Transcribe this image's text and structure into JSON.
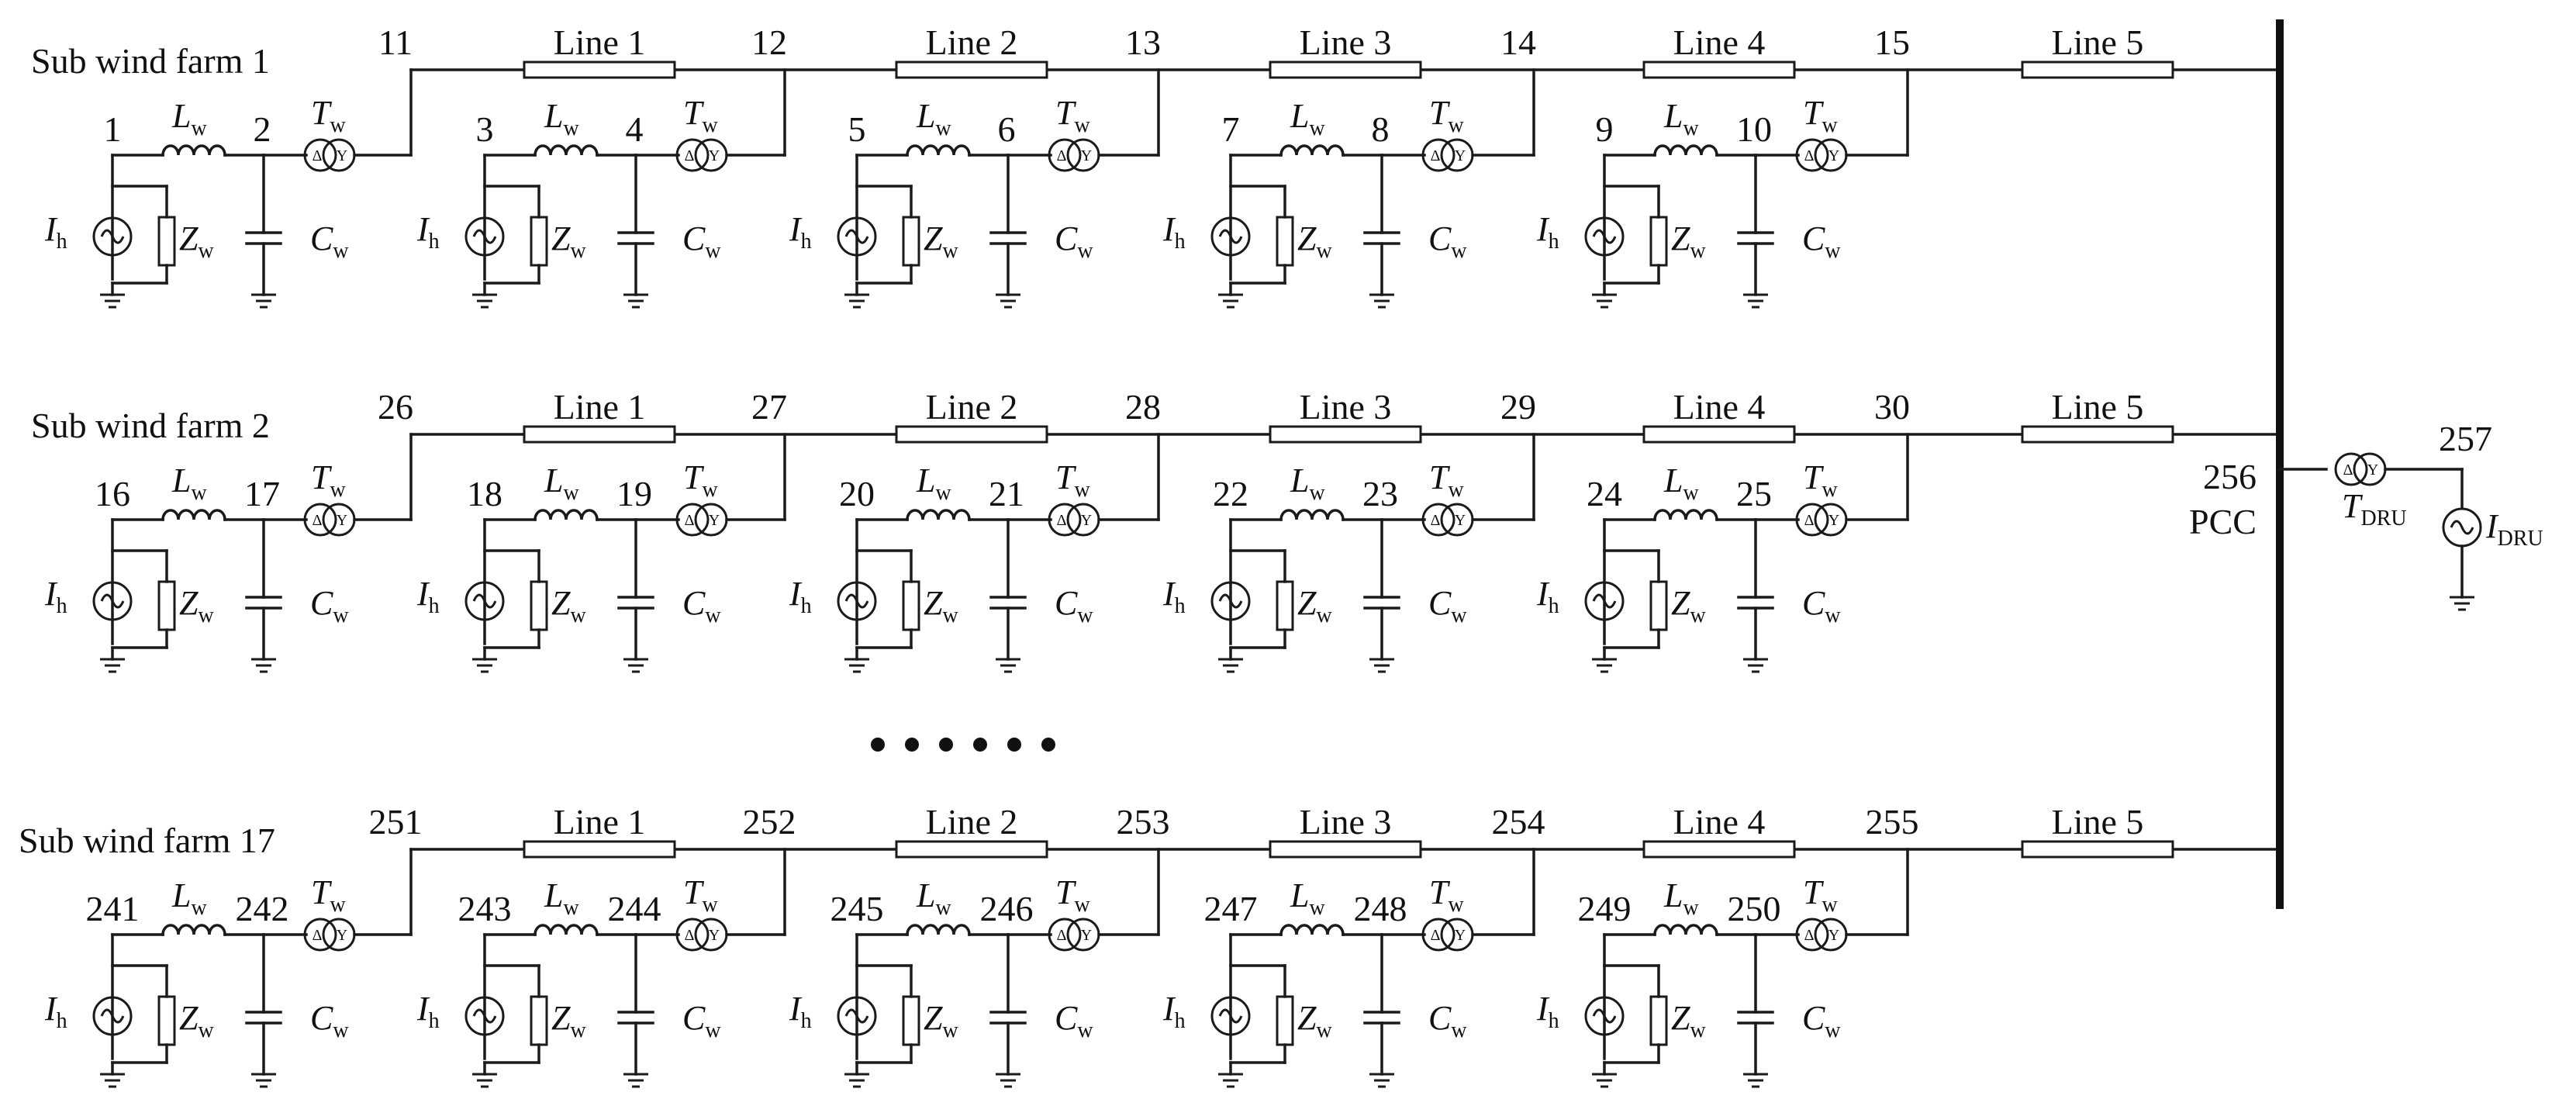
{
  "labels": {
    "line_names": [
      "Line 1",
      "Line 2",
      "Line 3",
      "Line 4",
      "Line 5"
    ],
    "inductor": {
      "base": "L",
      "sub": "w"
    },
    "transformer": {
      "base": "T",
      "sub": "w"
    },
    "impedance": {
      "base": "Z",
      "sub": "w"
    },
    "capacitor": {
      "base": "C",
      "sub": "w"
    },
    "source": {
      "base": "I",
      "sub": "h"
    },
    "delta_symbol": "Δ",
    "wye_symbol": "Y",
    "ellipsis": "• • • • • •"
  },
  "farms": [
    {
      "name": "Sub wind farm 1",
      "line_nodes": [
        "11",
        "12",
        "13",
        "14",
        "15"
      ],
      "units": [
        [
          "1",
          "2"
        ],
        [
          "3",
          "4"
        ],
        [
          "5",
          "6"
        ],
        [
          "7",
          "8"
        ],
        [
          "9",
          "10"
        ]
      ]
    },
    {
      "name": "Sub wind farm 2",
      "line_nodes": [
        "26",
        "27",
        "28",
        "29",
        "30"
      ],
      "units": [
        [
          "16",
          "17"
        ],
        [
          "18",
          "19"
        ],
        [
          "20",
          "21"
        ],
        [
          "22",
          "23"
        ],
        [
          "24",
          "25"
        ]
      ]
    },
    {
      "name": "Sub wind farm 17",
      "line_nodes": [
        "251",
        "252",
        "253",
        "254",
        "255"
      ],
      "units": [
        [
          "241",
          "242"
        ],
        [
          "243",
          "244"
        ],
        [
          "245",
          "246"
        ],
        [
          "247",
          "248"
        ],
        [
          "249",
          "250"
        ]
      ]
    }
  ],
  "pcc": {
    "node": "256",
    "label": "PCC"
  },
  "dru": {
    "node": "257",
    "transformer": {
      "base": "T",
      "sub": "DRU"
    },
    "source": {
      "base": "I",
      "sub": "DRU"
    }
  }
}
